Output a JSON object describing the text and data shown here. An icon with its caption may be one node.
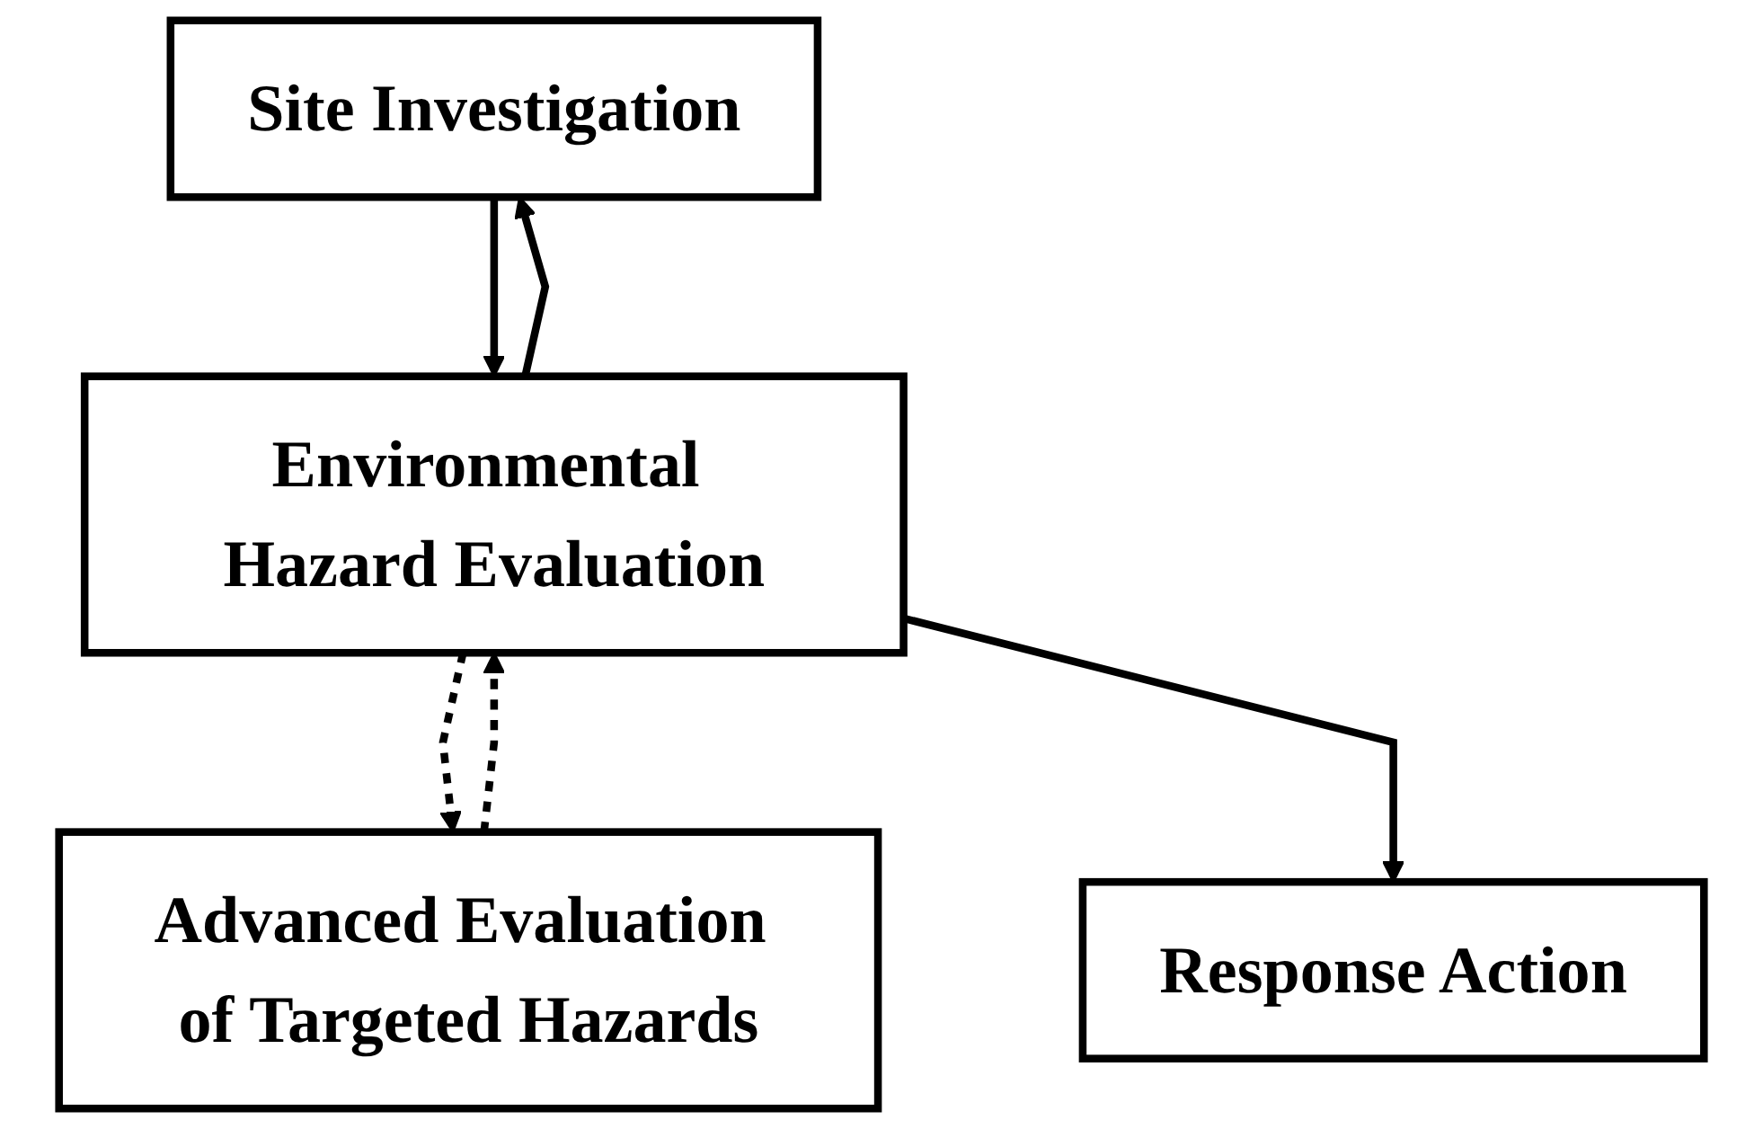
{
  "diagram": {
    "nodes": [
      {
        "text": [
          "Site Investigation"
        ]
      },
      {
        "text": [
          "Environmental Hazard Evaluation"
        ]
      },
      {
        "text": [
          "Advanced Evaluation of Targeted Hazards"
        ]
      },
      {
        "text": [
          "Response Action"
        ]
      }
    ],
    "edges": [
      {
        "from": 1,
        "to": 0,
        "arrow": "to"
      },
      {
        "from": 0,
        "to": 1,
        "arrow": "to"
      },
      {
        "from": 1,
        "to": 2,
        "arrow": "to",
        "style": "dashed"
      },
      {
        "from": 2,
        "to": 1,
        "arrow": "to",
        "style": "dashed"
      },
      {
        "from": 1,
        "to": 3,
        "arrow": "to"
      }
    ]
  }
}
